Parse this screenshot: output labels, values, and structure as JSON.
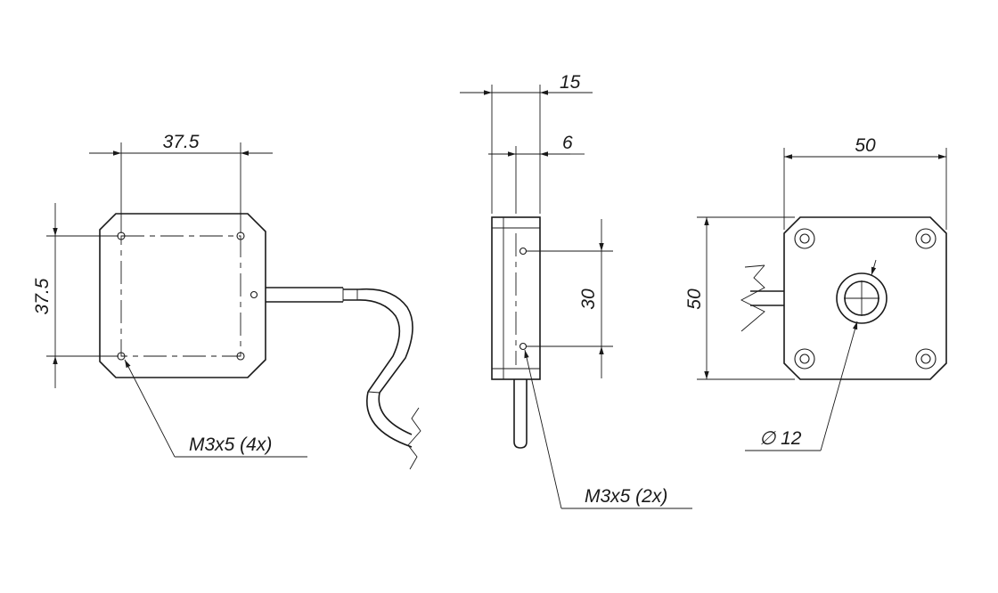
{
  "front_view": {
    "width_dim": "37.5",
    "height_dim": "37.5",
    "hole_callout": "M3x5 (4x)"
  },
  "side_view": {
    "depth_dim": "15",
    "offset_dim": "6",
    "hole_spacing_dim": "30",
    "hole_callout": "M3x5 (2x)"
  },
  "rear_view": {
    "width_dim": "50",
    "height_dim": "50",
    "lens_diameter_dim": "∅ 12"
  },
  "colors": {
    "line": "#1a1a1a",
    "background": "#ffffff"
  }
}
